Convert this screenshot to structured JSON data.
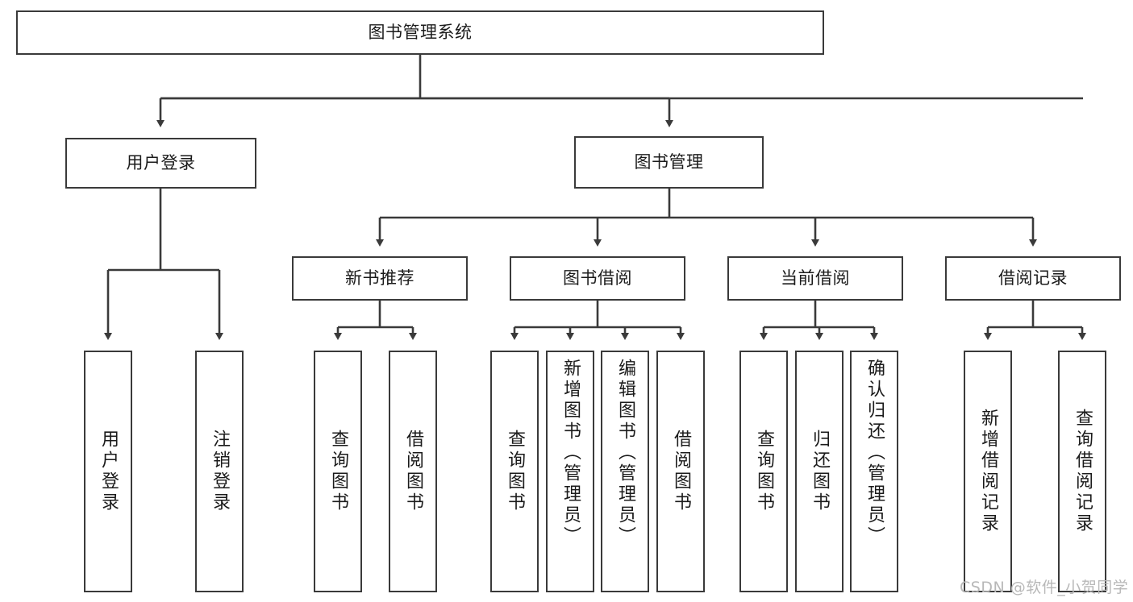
{
  "diagram": {
    "title": "图书管理系统",
    "type": "tree-hierarchy",
    "colors": {
      "node_border": "#3a3a3a",
      "node_fill": "#ffffff",
      "edge": "#3a3a3a",
      "text": "#1b1b1b",
      "watermark": "#b8b8b8",
      "background": "#ffffff"
    },
    "root": {
      "label": "图书管理系统"
    },
    "level1": [
      {
        "label": "用户登录"
      },
      {
        "label": "图书管理"
      }
    ],
    "level2": [
      {
        "label": "新书推荐"
      },
      {
        "label": "图书借阅"
      },
      {
        "label": "当前借阅"
      },
      {
        "label": "借阅记录"
      }
    ],
    "leaves": {
      "user_login": [
        {
          "label": "用户登录"
        },
        {
          "label": "注销登录"
        }
      ],
      "new_book_recommend": [
        {
          "label": "查询图书"
        },
        {
          "label": "借阅图书"
        }
      ],
      "book_borrow": [
        {
          "label": "查询图书"
        },
        {
          "label": "新增图书（管理员）"
        },
        {
          "label": "编辑图书（管理员）"
        },
        {
          "label": "借阅图书"
        }
      ],
      "current_borrow": [
        {
          "label": "查询图书"
        },
        {
          "label": "归还图书"
        },
        {
          "label": "确认归还（管理员）"
        }
      ],
      "borrow_record": [
        {
          "label": "新增借阅记录"
        },
        {
          "label": "查询借阅记录"
        }
      ]
    },
    "watermark": "CSDN @软件_小贺同学"
  }
}
